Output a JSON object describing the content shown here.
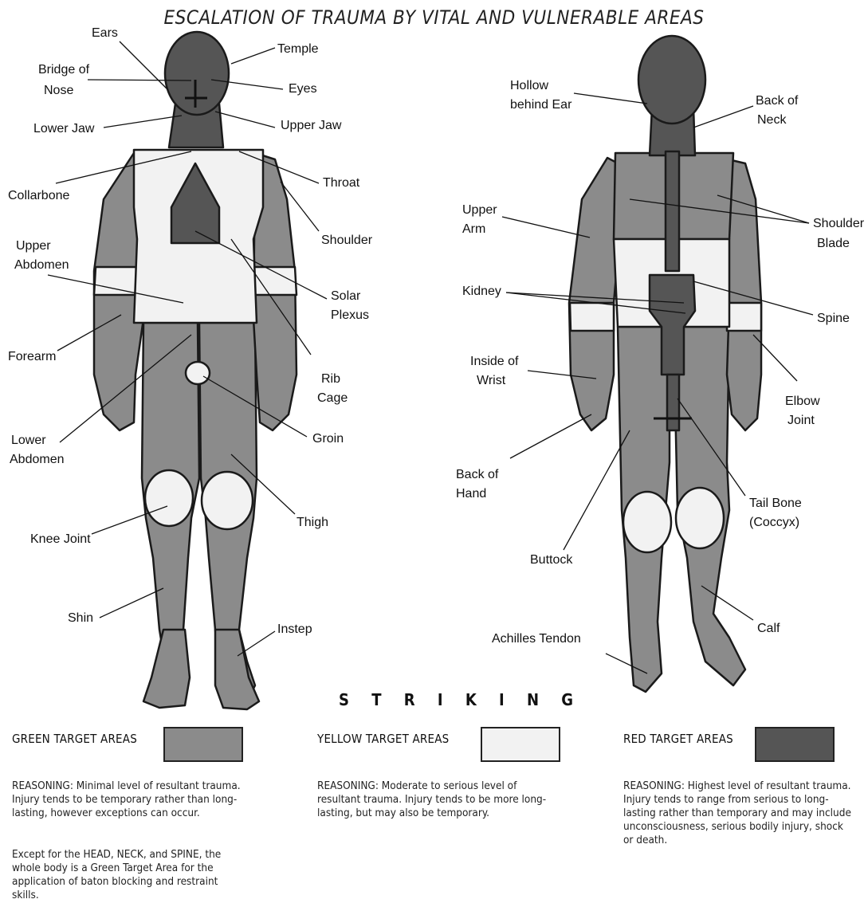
{
  "title": "ESCALATION OF TRAUMA BY VITAL AND VULNERABLE AREAS",
  "colors": {
    "green": "#8b8b8b",
    "yellow": "#f2f2f2",
    "red": "#555555",
    "outline": "#1a1a1a"
  },
  "front_labels": {
    "ears": "Ears",
    "temple": "Temple",
    "bridge_of_nose_1": "Bridge of",
    "bridge_of_nose_2": "Nose",
    "eyes": "Eyes",
    "lower_jaw": "Lower Jaw",
    "upper_jaw": "Upper Jaw",
    "collarbone": "Collarbone",
    "throat": "Throat",
    "shoulder": "Shoulder",
    "upper_abdomen_1": "Upper",
    "upper_abdomen_2": "Abdomen",
    "solar_plexus_1": "Solar",
    "solar_plexus_2": "Plexus",
    "forearm": "Forearm",
    "rib_cage_1": "Rib",
    "rib_cage_2": "Cage",
    "lower_abdomen_1": "Lower",
    "lower_abdomen_2": "Abdomen",
    "groin": "Groin",
    "thigh": "Thigh",
    "knee_joint": "Knee Joint",
    "shin": "Shin",
    "instep": "Instep"
  },
  "back_labels": {
    "hollow_1": "Hollow",
    "hollow_2": "behind Ear",
    "back_neck_1": "Back of",
    "back_neck_2": "Neck",
    "upper_arm_1": "Upper",
    "upper_arm_2": "Arm",
    "shoulder_blade_1": "Shoulder",
    "shoulder_blade_2": "Blade",
    "kidney": "Kidney",
    "spine": "Spine",
    "inside_wrist_1": "Inside of",
    "inside_wrist_2": "Wrist",
    "elbow_joint_1": "Elbow",
    "elbow_joint_2": "Joint",
    "back_hand_1": "Back of",
    "back_hand_2": "Hand",
    "tail_bone_1": "Tail Bone",
    "tail_bone_2": "(Coccyx)",
    "buttock": "Buttock",
    "calf": "Calf",
    "achilles": "Achilles Tendon"
  },
  "striking": "S T R I K I N G",
  "legend": [
    {
      "title": "GREEN TARGET AREAS",
      "reasoning": "REASONING: Minimal level of resultant trauma. Injury tends to be temporary rather than long-lasting, however exceptions can occur.",
      "note": "Except for the HEAD, NECK, and SPINE, the whole body is a Green Target Area for the application of baton blocking and restraint skills."
    },
    {
      "title": "YELLOW TARGET AREAS",
      "reasoning": "REASONING: Moderate to serious level of resultant trauma. Injury tends to be more long-lasting, but may also be temporary."
    },
    {
      "title": "RED TARGET AREAS",
      "reasoning": "REASONING: Highest level of resultant trauma. Injury tends to range from serious to long-lasting rather than temporary and may include unconsciousness, serious bodily injury, shock or death."
    }
  ]
}
